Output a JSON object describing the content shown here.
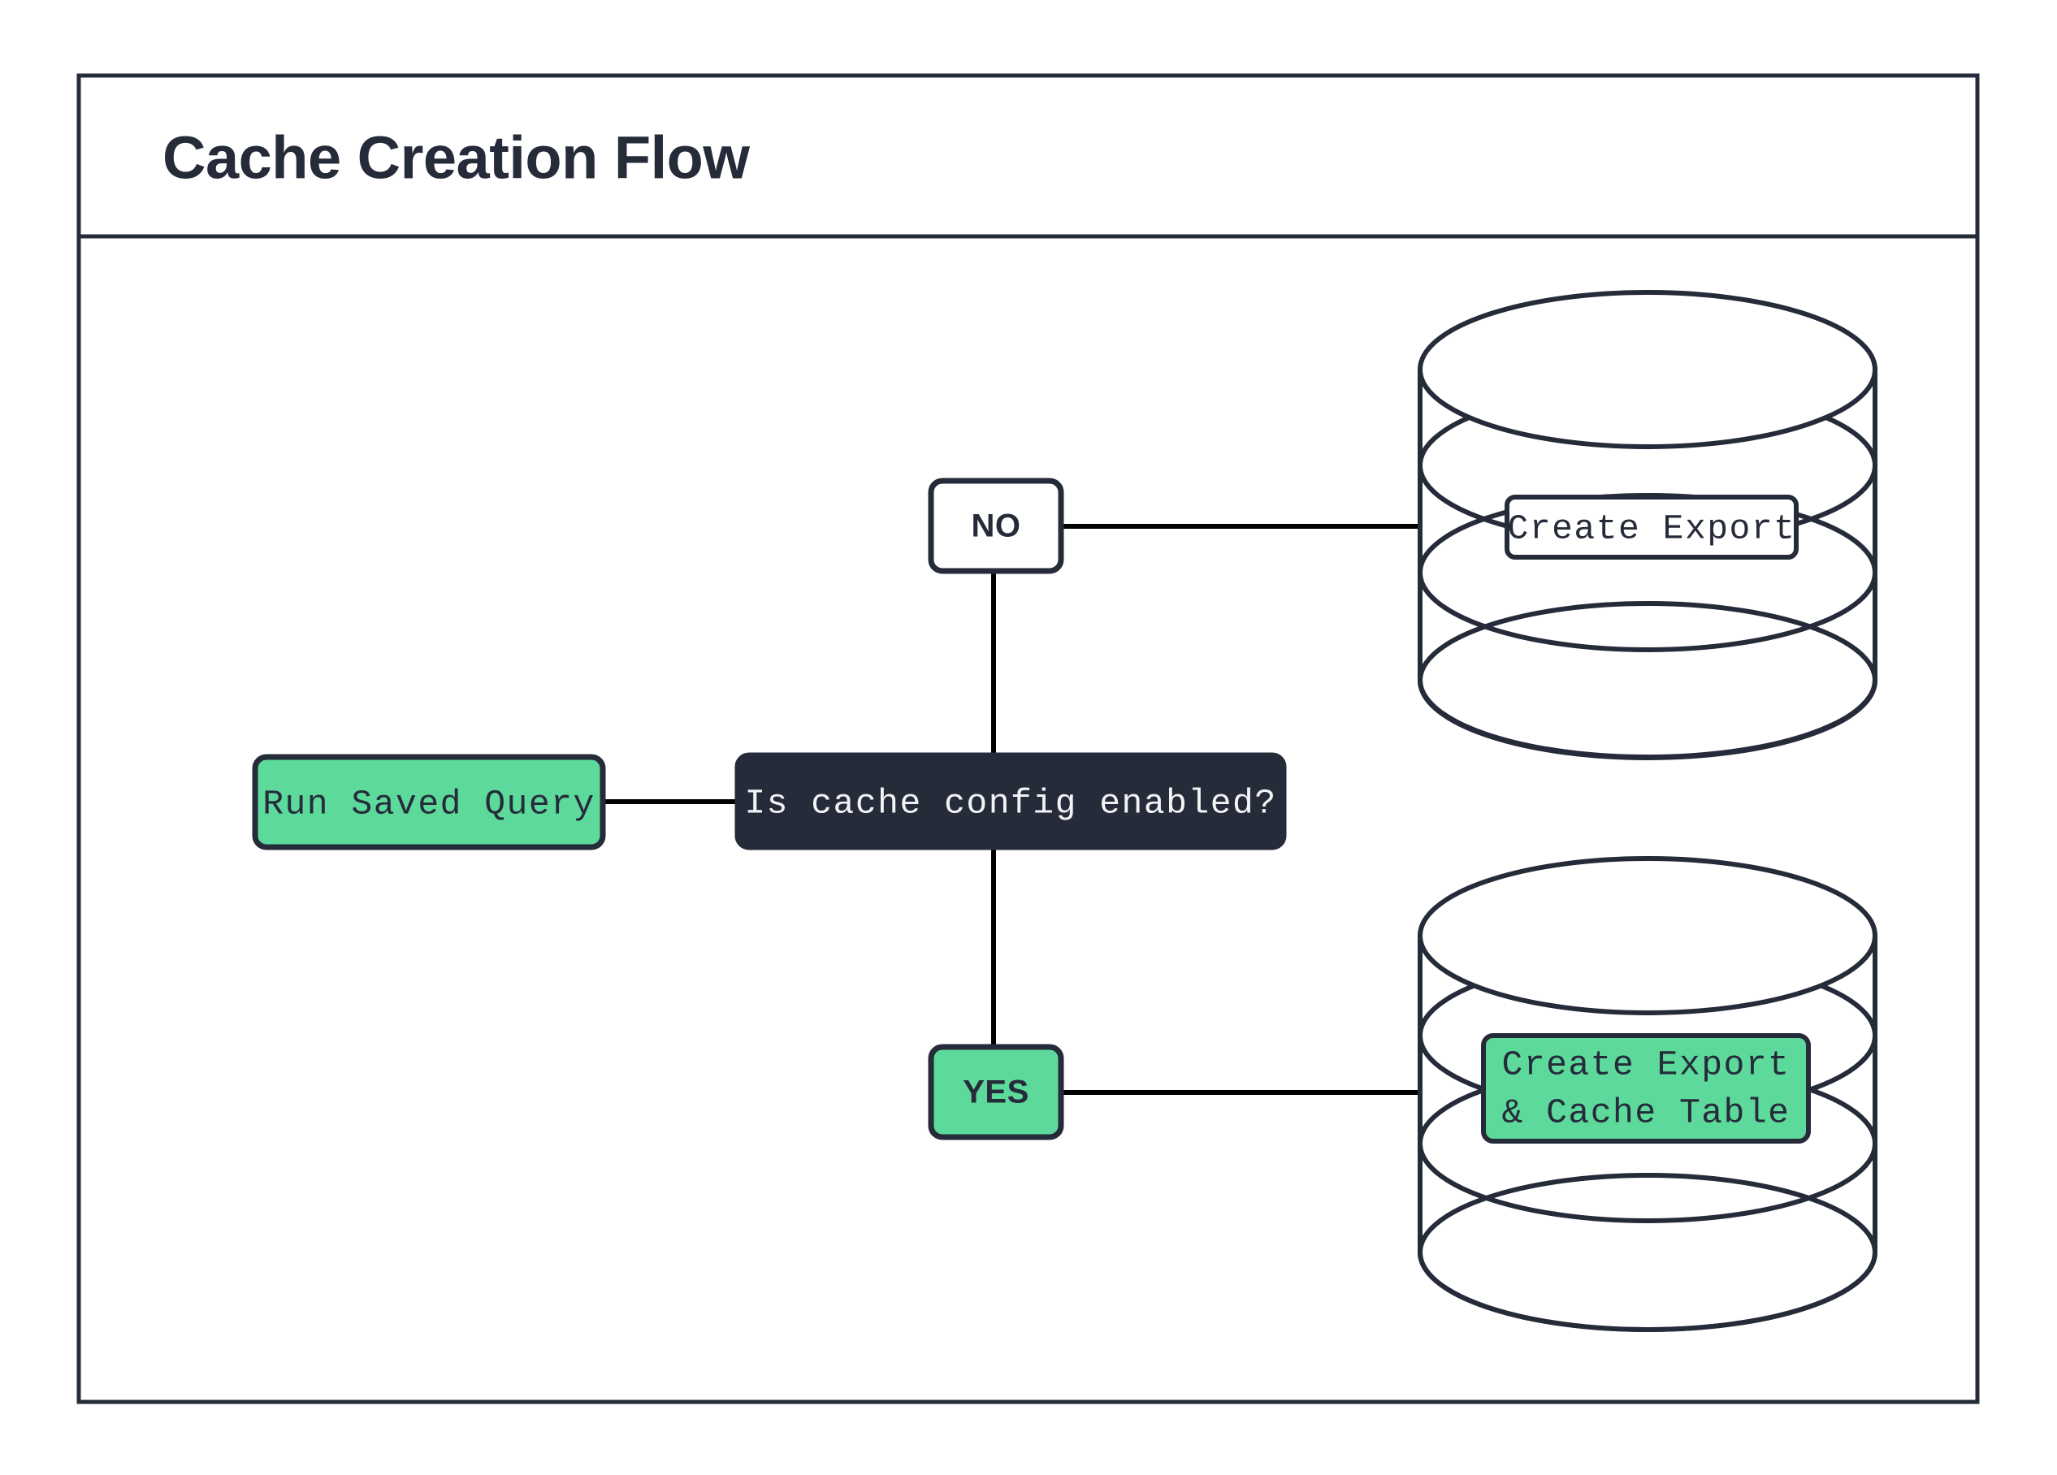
{
  "diagram": {
    "title": "Cache Creation Flow",
    "background_color": "#ffffff",
    "frame_border_color": "#262B3A",
    "accent_green": "#5CD99B",
    "dark_navy": "#262B3A",
    "edge_color": "#000000",
    "nodes": {
      "run_saved_query": {
        "label": "Run Saved Query",
        "fill": "#5CD99B",
        "text_color": "#262B3A",
        "shape": "rounded-rect"
      },
      "decision": {
        "label": "Is cache config enabled?",
        "fill": "#262B3A",
        "text_color": "#F2F3F5",
        "shape": "rounded-rect"
      },
      "branch_no": {
        "label": "NO",
        "fill": "#FFFFFF",
        "text_color": "#262B3A",
        "shape": "rounded-rect"
      },
      "branch_yes": {
        "label": "YES",
        "fill": "#5CD99B",
        "text_color": "#262B3A",
        "shape": "rounded-rect"
      },
      "database_top": {
        "label": "Create Export",
        "fill": "#FFFFFF",
        "text_color": "#262B3A",
        "shape": "database-cylinder",
        "disks": 3
      },
      "database_bottom": {
        "label_line1": "Create Export",
        "label_line2": "& Cache Table",
        "fill": "#5CD99B",
        "text_color": "#262B3A",
        "shape": "database-cylinder",
        "disks": 3
      }
    },
    "edges": [
      {
        "from": "run_saved_query",
        "to": "decision",
        "label": ""
      },
      {
        "from": "decision",
        "to": "branch_no",
        "label": "NO"
      },
      {
        "from": "branch_no",
        "to": "database_top",
        "label": ""
      },
      {
        "from": "decision",
        "to": "branch_yes",
        "label": "YES"
      },
      {
        "from": "branch_yes",
        "to": "database_bottom",
        "label": ""
      }
    ]
  }
}
